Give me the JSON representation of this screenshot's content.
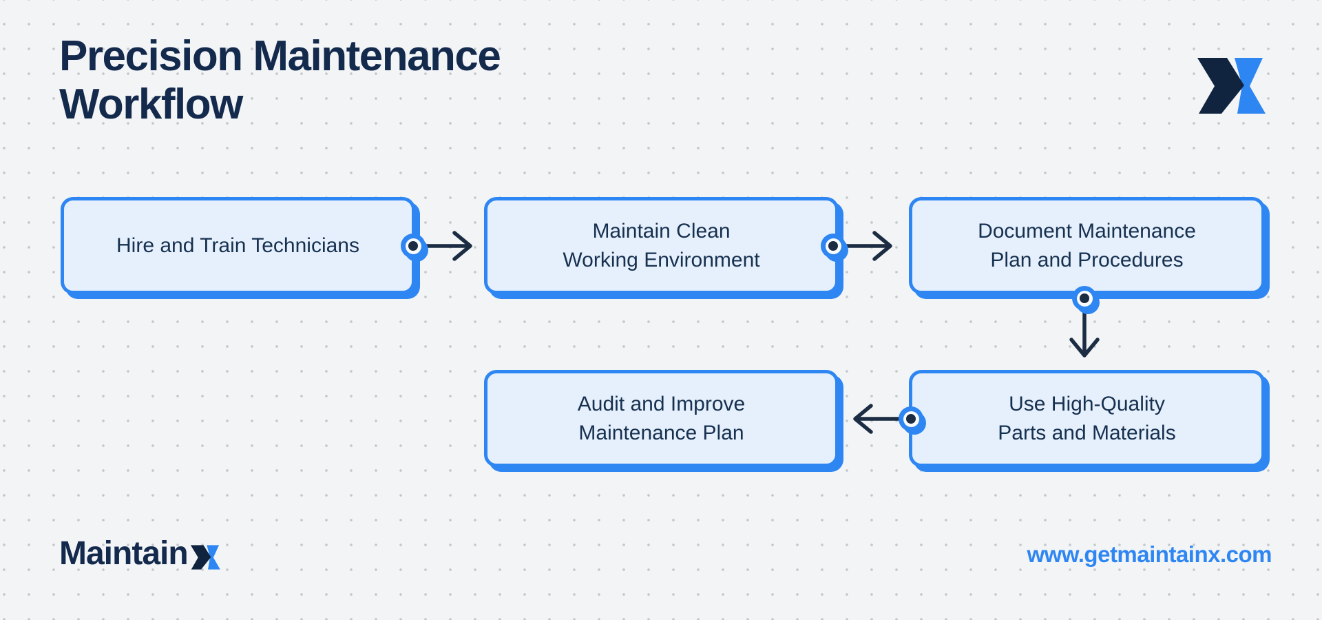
{
  "title": {
    "line1": "Precision Maintenance",
    "line2": "Workflow"
  },
  "colors": {
    "accent_blue": "#2e86f3",
    "navy": "#132a4d",
    "navy_deep": "#10243f",
    "arrow_navy": "#1b2c43",
    "node_fill": "#e6f0fc",
    "node_text": "#16304f",
    "background": "#f3f4f6",
    "grid_dot": "#c4c8cd"
  },
  "icons": {
    "logo": "maintainx-x-logo",
    "connector": "connector-dot",
    "arrows": [
      "arrow-right-icon",
      "arrow-right-icon",
      "arrow-down-icon",
      "arrow-left-icon"
    ]
  },
  "nodes": [
    {
      "id": "hire-and-train-technicians",
      "lines": [
        "Hire and Train Technicians"
      ]
    },
    {
      "id": "maintain-clean-working-environment",
      "lines": [
        "Maintain Clean",
        "Working Environment"
      ]
    },
    {
      "id": "document-maintenance-plan-and-procedures",
      "lines": [
        "Document Maintenance",
        "Plan and Procedures"
      ]
    },
    {
      "id": "use-high-quality-parts-and-materials",
      "lines": [
        "Use High-Quality",
        "Parts and Materials"
      ]
    },
    {
      "id": "audit-and-improve-maintenance-plan",
      "lines": [
        "Audit and Improve",
        "Maintenance Plan"
      ]
    }
  ],
  "footer": {
    "brand_text": "Maintain",
    "website": "www.getmaintainx.com"
  }
}
